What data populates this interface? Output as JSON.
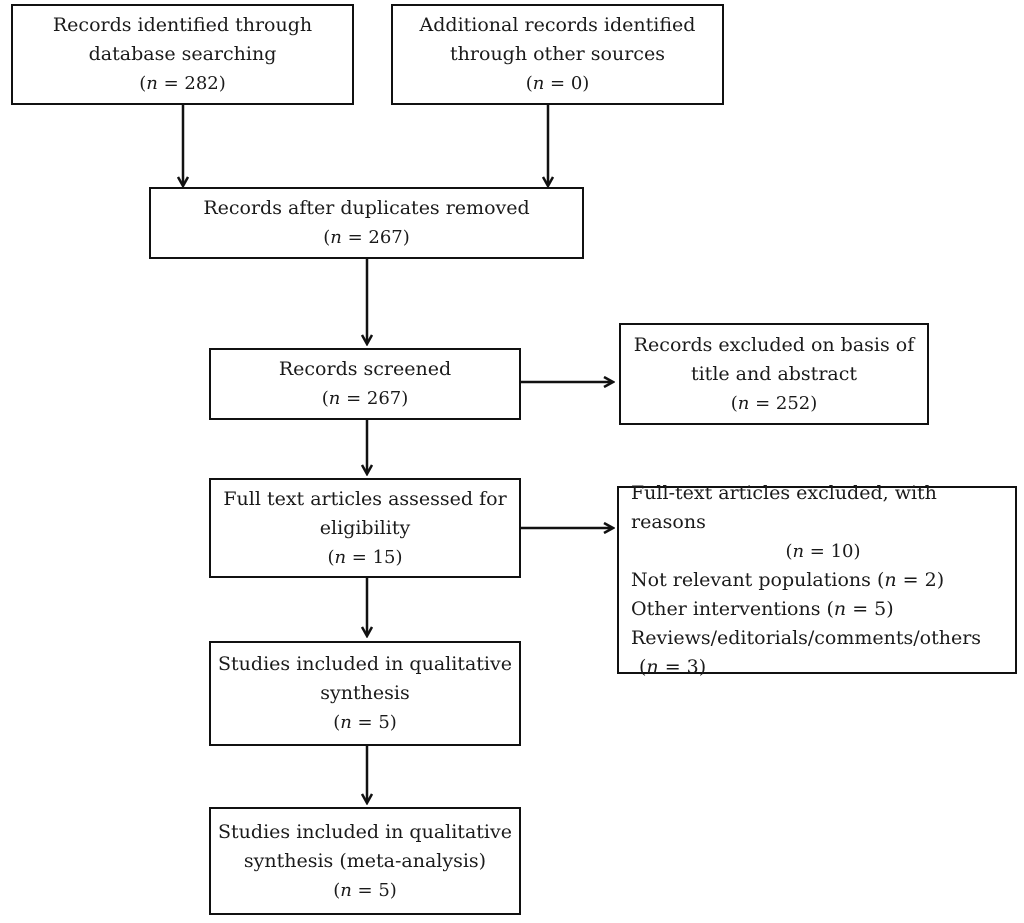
{
  "boxes": {
    "identified_database": {
      "line1": "Records identified through",
      "line2": "database searching",
      "n_var": "n",
      "n_value": " = 282)"
    },
    "identified_other": {
      "line1": "Additional records identified",
      "line2": "through other sources",
      "n_var": "n",
      "n_value": " = 0)"
    },
    "duplicates_removed": {
      "line1": "Records after duplicates removed",
      "n_var": "n",
      "n_value": " = 267)"
    },
    "screened": {
      "line1": "Records screened",
      "n_var": "n",
      "n_value": " = 267)"
    },
    "excluded_title_abstract": {
      "line1": "Records excluded on basis of",
      "line2": "title and abstract",
      "n_var": "n",
      "n_value": " = 252)"
    },
    "full_text_assessed": {
      "line1": "Full text articles assessed for",
      "line2": "eligibility",
      "n_var": "n",
      "n_value": " = 15)"
    },
    "full_text_excluded": {
      "line1": "Full-text articles excluded, with reasons",
      "n_var": "n",
      "n_value": " = 10)",
      "reasons": [
        {
          "label": "Not relevant populations (",
          "n_var": "n",
          "n_value": " = 2)"
        },
        {
          "label": "Other interventions (",
          "n_var": "n",
          "n_value": " = 5)"
        },
        {
          "label": "Reviews/editorials/comments/others",
          "n_var": "n",
          "n_value": " = 3)"
        }
      ]
    },
    "qualitative": {
      "line1": "Studies included in qualitative",
      "line2": "synthesis",
      "n_var": "n",
      "n_value": " = 5)"
    },
    "meta_analysis": {
      "line1": "Studies included in qualitative",
      "line2": "synthesis (meta-analysis)",
      "n_var": "n",
      "n_value": " = 5)"
    }
  }
}
